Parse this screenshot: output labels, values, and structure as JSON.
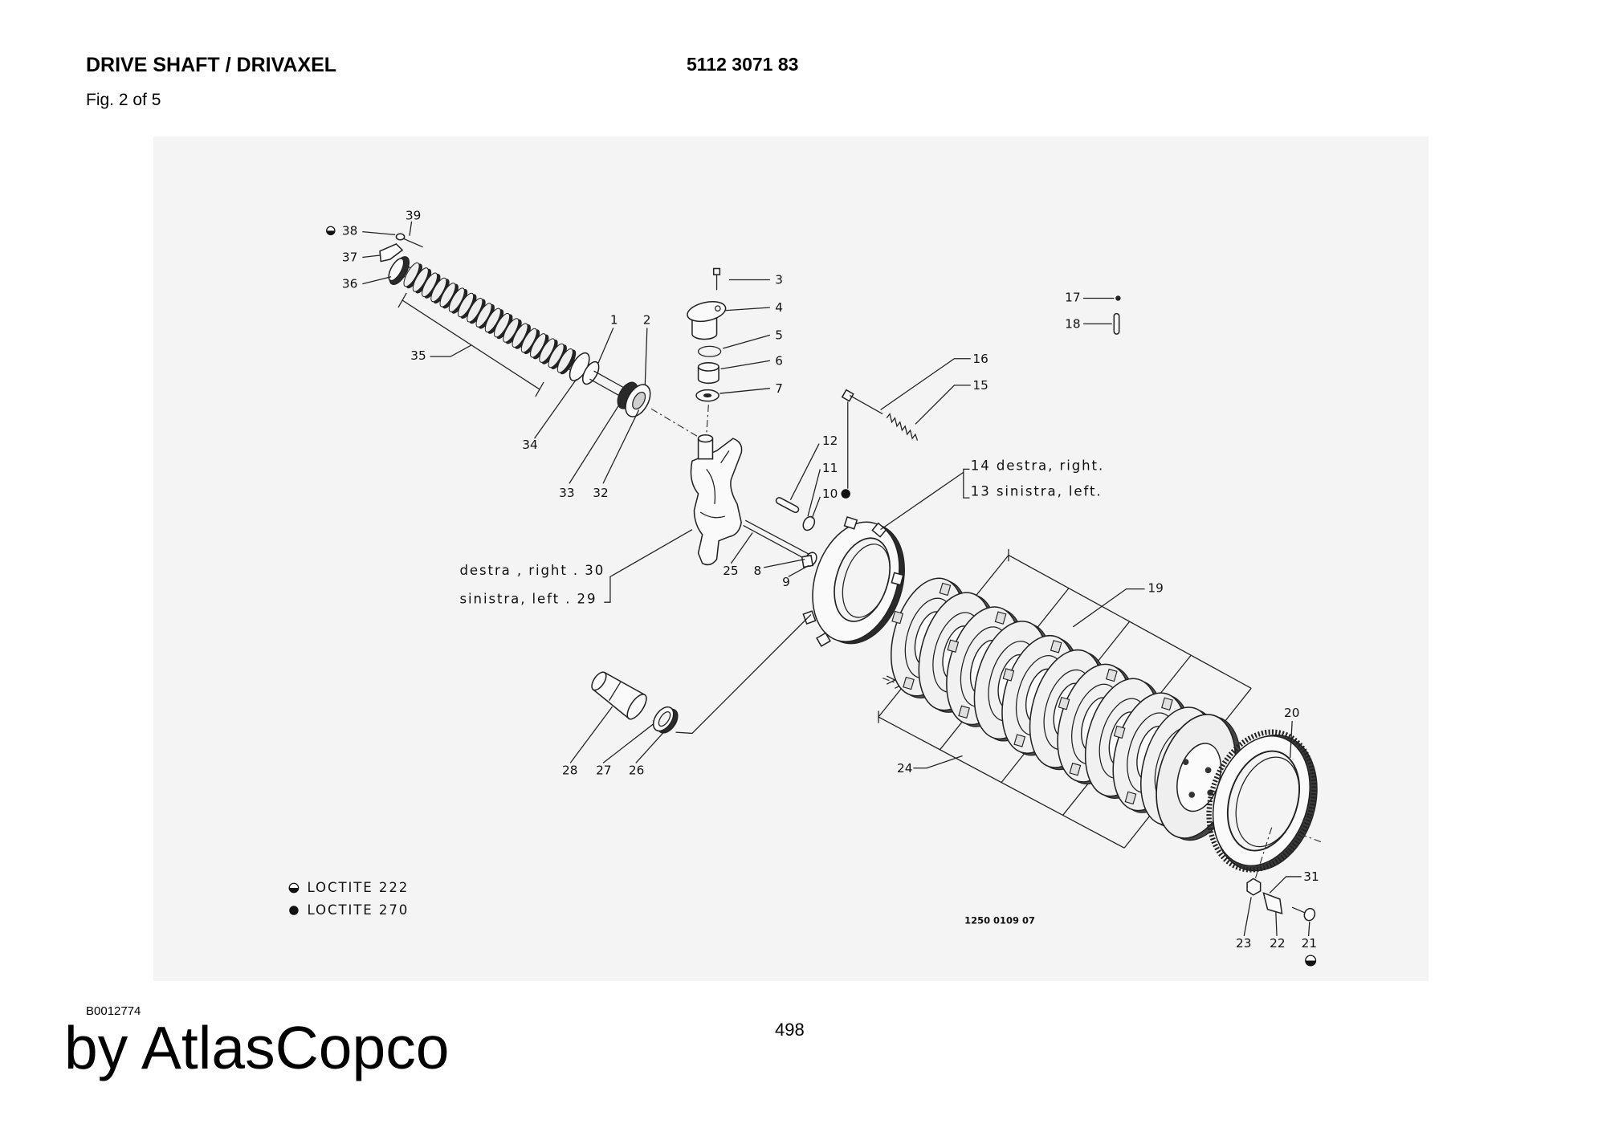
{
  "header": {
    "title": "DRIVE SHAFT / DRIVAXEL",
    "part_number": "5112 3071 83",
    "figure": "Fig. 2 of 5"
  },
  "diagram": {
    "callouts": [
      "1",
      "2",
      "3",
      "4",
      "5",
      "6",
      "7",
      "8",
      "9",
      "10",
      "11",
      "12",
      "15",
      "16",
      "17",
      "18",
      "19",
      "20",
      "21",
      "22",
      "23",
      "24",
      "25",
      "26",
      "27",
      "28",
      "31",
      "32",
      "33",
      "34",
      "35",
      "36",
      "37",
      "38",
      "39"
    ],
    "side_labels": {
      "right_30": "destra , right . 30",
      "left_29": "sinistra, left . 29",
      "right_14": "14 destra, right.",
      "left_13": "13 sinistra, left."
    },
    "drawing_number": "1250 0109 07",
    "legend": [
      {
        "symbol": "half-filled-circle-icon",
        "label": "LOCTITE 222"
      },
      {
        "symbol": "filled-dot-icon",
        "label": "LOCTITE 270"
      }
    ]
  },
  "footer": {
    "doc_id": "B0012774",
    "page_number": "498",
    "brand": "by AtlasCopco"
  },
  "colors": {
    "ink": "#000000",
    "diagram_background": "#f4f4f4",
    "page_background": "#ffffff"
  }
}
